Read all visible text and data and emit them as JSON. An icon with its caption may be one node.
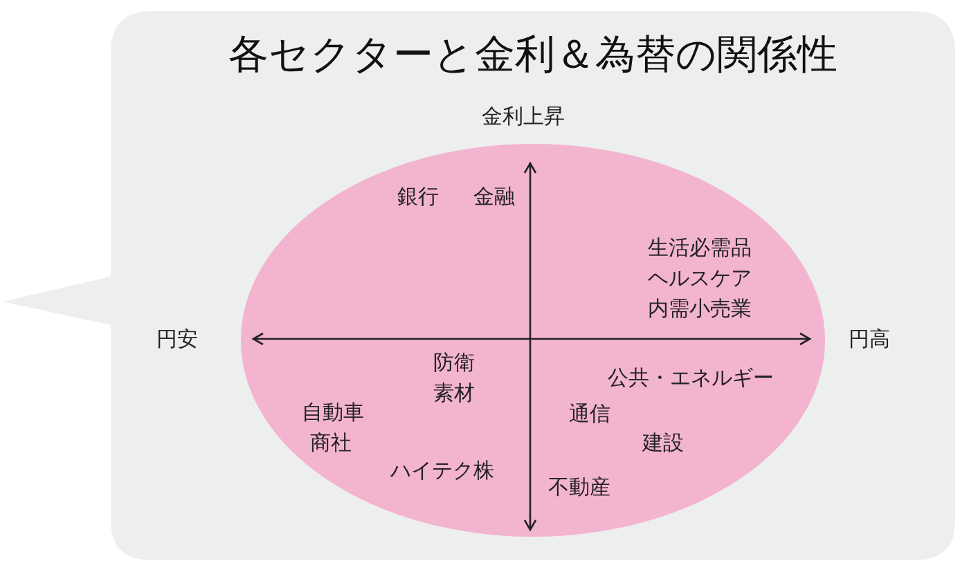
{
  "diagram": {
    "title": "各セクターと金利＆為替の関係性",
    "labels": [
      "金利上昇",
      "銀行",
      "金融",
      "生活必需品",
      "ヘルスケア",
      "内需小売業",
      "円安",
      "円高",
      "防衛",
      "公共・エネルギー",
      "素材",
      "自動車",
      "通信",
      "商社",
      "建設",
      "ハイテク株",
      "不動産"
    ]
  }
}
